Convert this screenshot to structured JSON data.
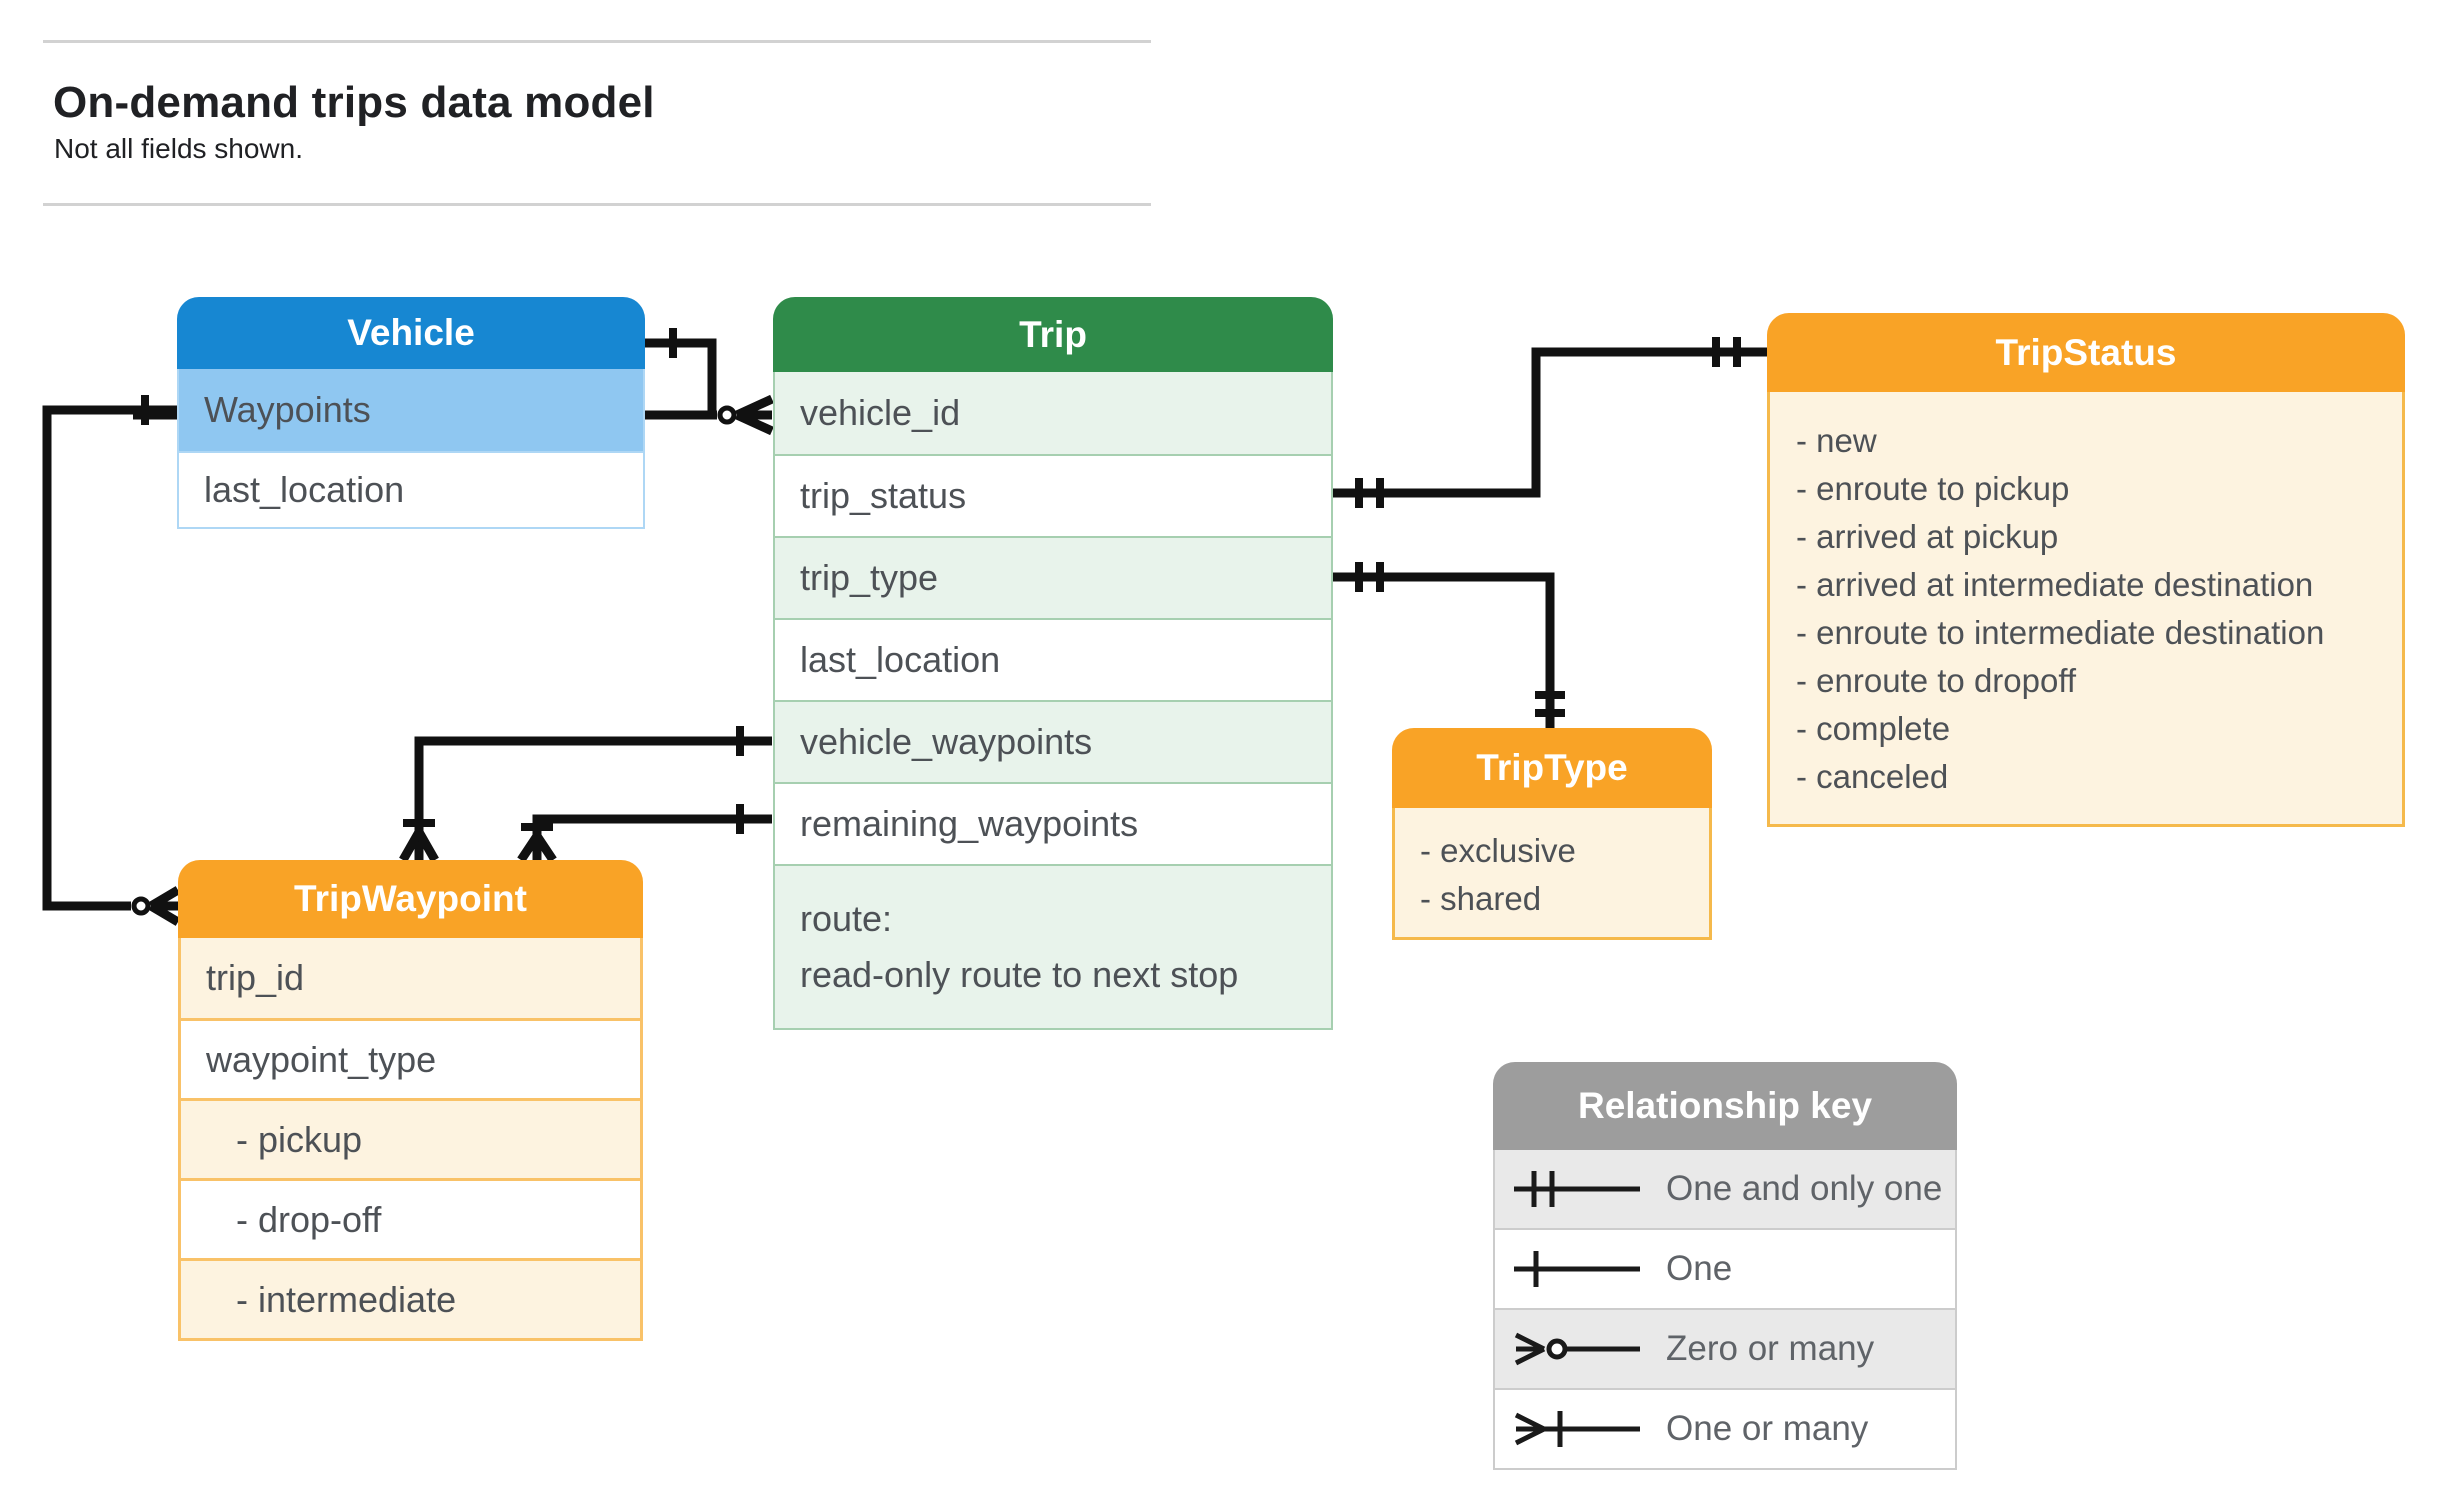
{
  "header": {
    "title": "On-demand trips data model",
    "subtitle": "Not all fields shown."
  },
  "tables": {
    "vehicle": {
      "title": "Vehicle",
      "rows": [
        {
          "label": "Waypoints"
        },
        {
          "label": "last_location"
        }
      ]
    },
    "trip": {
      "title": "Trip",
      "rows": [
        {
          "label": "vehicle_id"
        },
        {
          "label": "trip_status"
        },
        {
          "label": "trip_type"
        },
        {
          "label": "last_location"
        },
        {
          "label": "vehicle_waypoints"
        },
        {
          "label": "remaining_waypoints"
        },
        {
          "label": "route:",
          "sublabel": "read-only route to next stop"
        }
      ]
    },
    "trip_status": {
      "title": "TripStatus",
      "items": [
        "- new",
        "- enroute to pickup",
        "- arrived at pickup",
        "- arrived at intermediate destination",
        "- enroute to intermediate destination",
        "- enroute to dropoff",
        "- complete",
        "- canceled"
      ]
    },
    "trip_type": {
      "title": "TripType",
      "items": [
        "- exclusive",
        "- shared"
      ]
    },
    "trip_waypoint": {
      "title": "TripWaypoint",
      "rows": [
        {
          "label": "trip_id"
        },
        {
          "label": "waypoint_type"
        },
        {
          "label": "- pickup"
        },
        {
          "label": "- drop-off"
        },
        {
          "label": "- intermediate"
        }
      ]
    }
  },
  "legend": {
    "title": "Relationship key",
    "items": [
      {
        "symbol": "one-and-only-one",
        "label": "One and only one"
      },
      {
        "symbol": "one",
        "label": "One"
      },
      {
        "symbol": "zero-or-many",
        "label": "Zero or many"
      },
      {
        "symbol": "one-or-many",
        "label": "One or many"
      }
    ]
  },
  "relationships": [
    {
      "from": "Vehicle",
      "to": "Trip.vehicle_id",
      "from_cardinality": "one",
      "to_cardinality": "zero-or-many"
    },
    {
      "from": "Vehicle.Waypoints",
      "to": "TripWaypoint",
      "from_cardinality": "one",
      "to_cardinality": "zero-or-many"
    },
    {
      "from": "Trip.trip_status",
      "to": "TripStatus",
      "from_cardinality": "one-and-only-one",
      "to_cardinality": "one-and-only-one"
    },
    {
      "from": "Trip.trip_type",
      "to": "TripType",
      "from_cardinality": "one-and-only-one",
      "to_cardinality": "one-and-only-one"
    },
    {
      "from": "Trip.vehicle_waypoints",
      "to": "TripWaypoint",
      "from_cardinality": "one",
      "to_cardinality": "one-or-many"
    },
    {
      "from": "Trip.remaining_waypoints",
      "to": "TripWaypoint",
      "from_cardinality": "one",
      "to_cardinality": "one-or-many"
    }
  ],
  "colors": {
    "vehicle-header": "#1787d2",
    "vehicle-row": "#8fc7f1",
    "vehicle-border": "#aed7f5",
    "trip-header": "#2f8b4a",
    "trip-row": "#e8f3eb",
    "trip-border": "#a6cfb0",
    "orange-header": "#f9a326",
    "orange-row": "#fdf3e0",
    "orange-border": "#f5b94b",
    "orange-sep": "#f9c268",
    "legend-header": "#9d9d9d",
    "legend-row": "#e9e9e9",
    "legend-border": "#cccccc",
    "text-title": "#202124",
    "text-field": "#4d5156",
    "text-legend": "#5f6368",
    "connector": "#111111",
    "rule": "#d2d2d2"
  }
}
